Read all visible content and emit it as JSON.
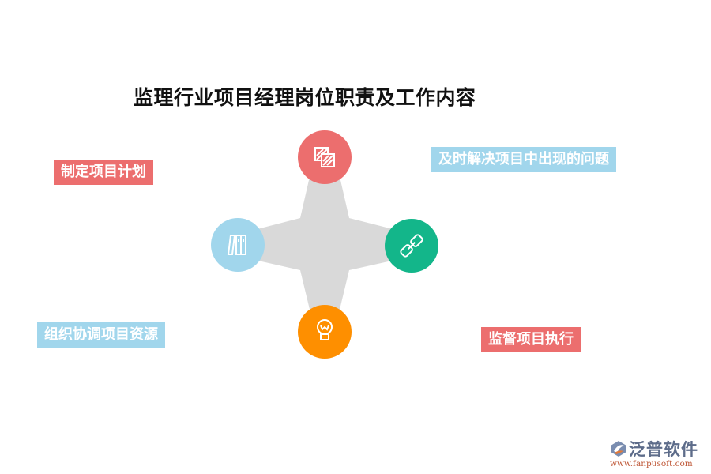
{
  "title": "监理行业项目经理岗位职责及工作内容",
  "nodes": [
    {
      "position": "top",
      "icon": "layers-icon",
      "color": "#ec6e6e"
    },
    {
      "position": "left",
      "icon": "books-icon",
      "color": "#a1d6ec"
    },
    {
      "position": "right",
      "icon": "link-icon",
      "color": "#13b68a"
    },
    {
      "position": "bottom",
      "icon": "lightbulb-icon",
      "color": "#fe8f00"
    }
  ],
  "labels": {
    "top_left": "制定项目计划",
    "top_right": "及时解决项目中出现的问题",
    "bottom_left": "组织协调项目资源",
    "bottom_right": "监督项目执行"
  },
  "colors": {
    "star": "#d9d9d9",
    "label_red": "#ec6e6e",
    "label_blue": "#a1d6ec"
  },
  "logo": {
    "name": "泛普软件",
    "url": "www.fanpusoft.com"
  }
}
